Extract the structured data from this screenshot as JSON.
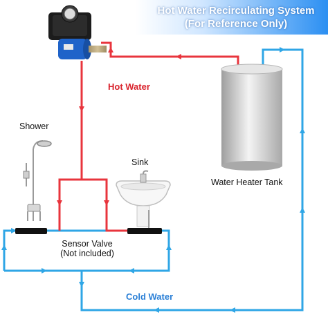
{
  "title": {
    "line1": "Hot Water Recirculating System",
    "line2": "(For Reference Only)"
  },
  "labels": {
    "hot_water": "Hot Water",
    "cold_water": "Cold Water",
    "shower": "Shower",
    "sink": "Sink",
    "water_heater_tank": "Water Heater Tank",
    "sensor_valve_line1": "Sensor Valve",
    "sensor_valve_line2": "(Not included)"
  },
  "colors": {
    "hot_pipe": "#e8353d",
    "cold_pipe": "#2fa6e6",
    "pump_blue": "#1f63c9",
    "tank_gray": "#c9c9c9",
    "banner_blue": "#2b8ff2"
  },
  "icons": {
    "pump": "circulation-pump-icon",
    "tank": "water-heater-tank-icon",
    "shower": "shower-fixture-icon",
    "sink": "bathroom-sink-icon",
    "valve": "sensor-valve-icon"
  }
}
